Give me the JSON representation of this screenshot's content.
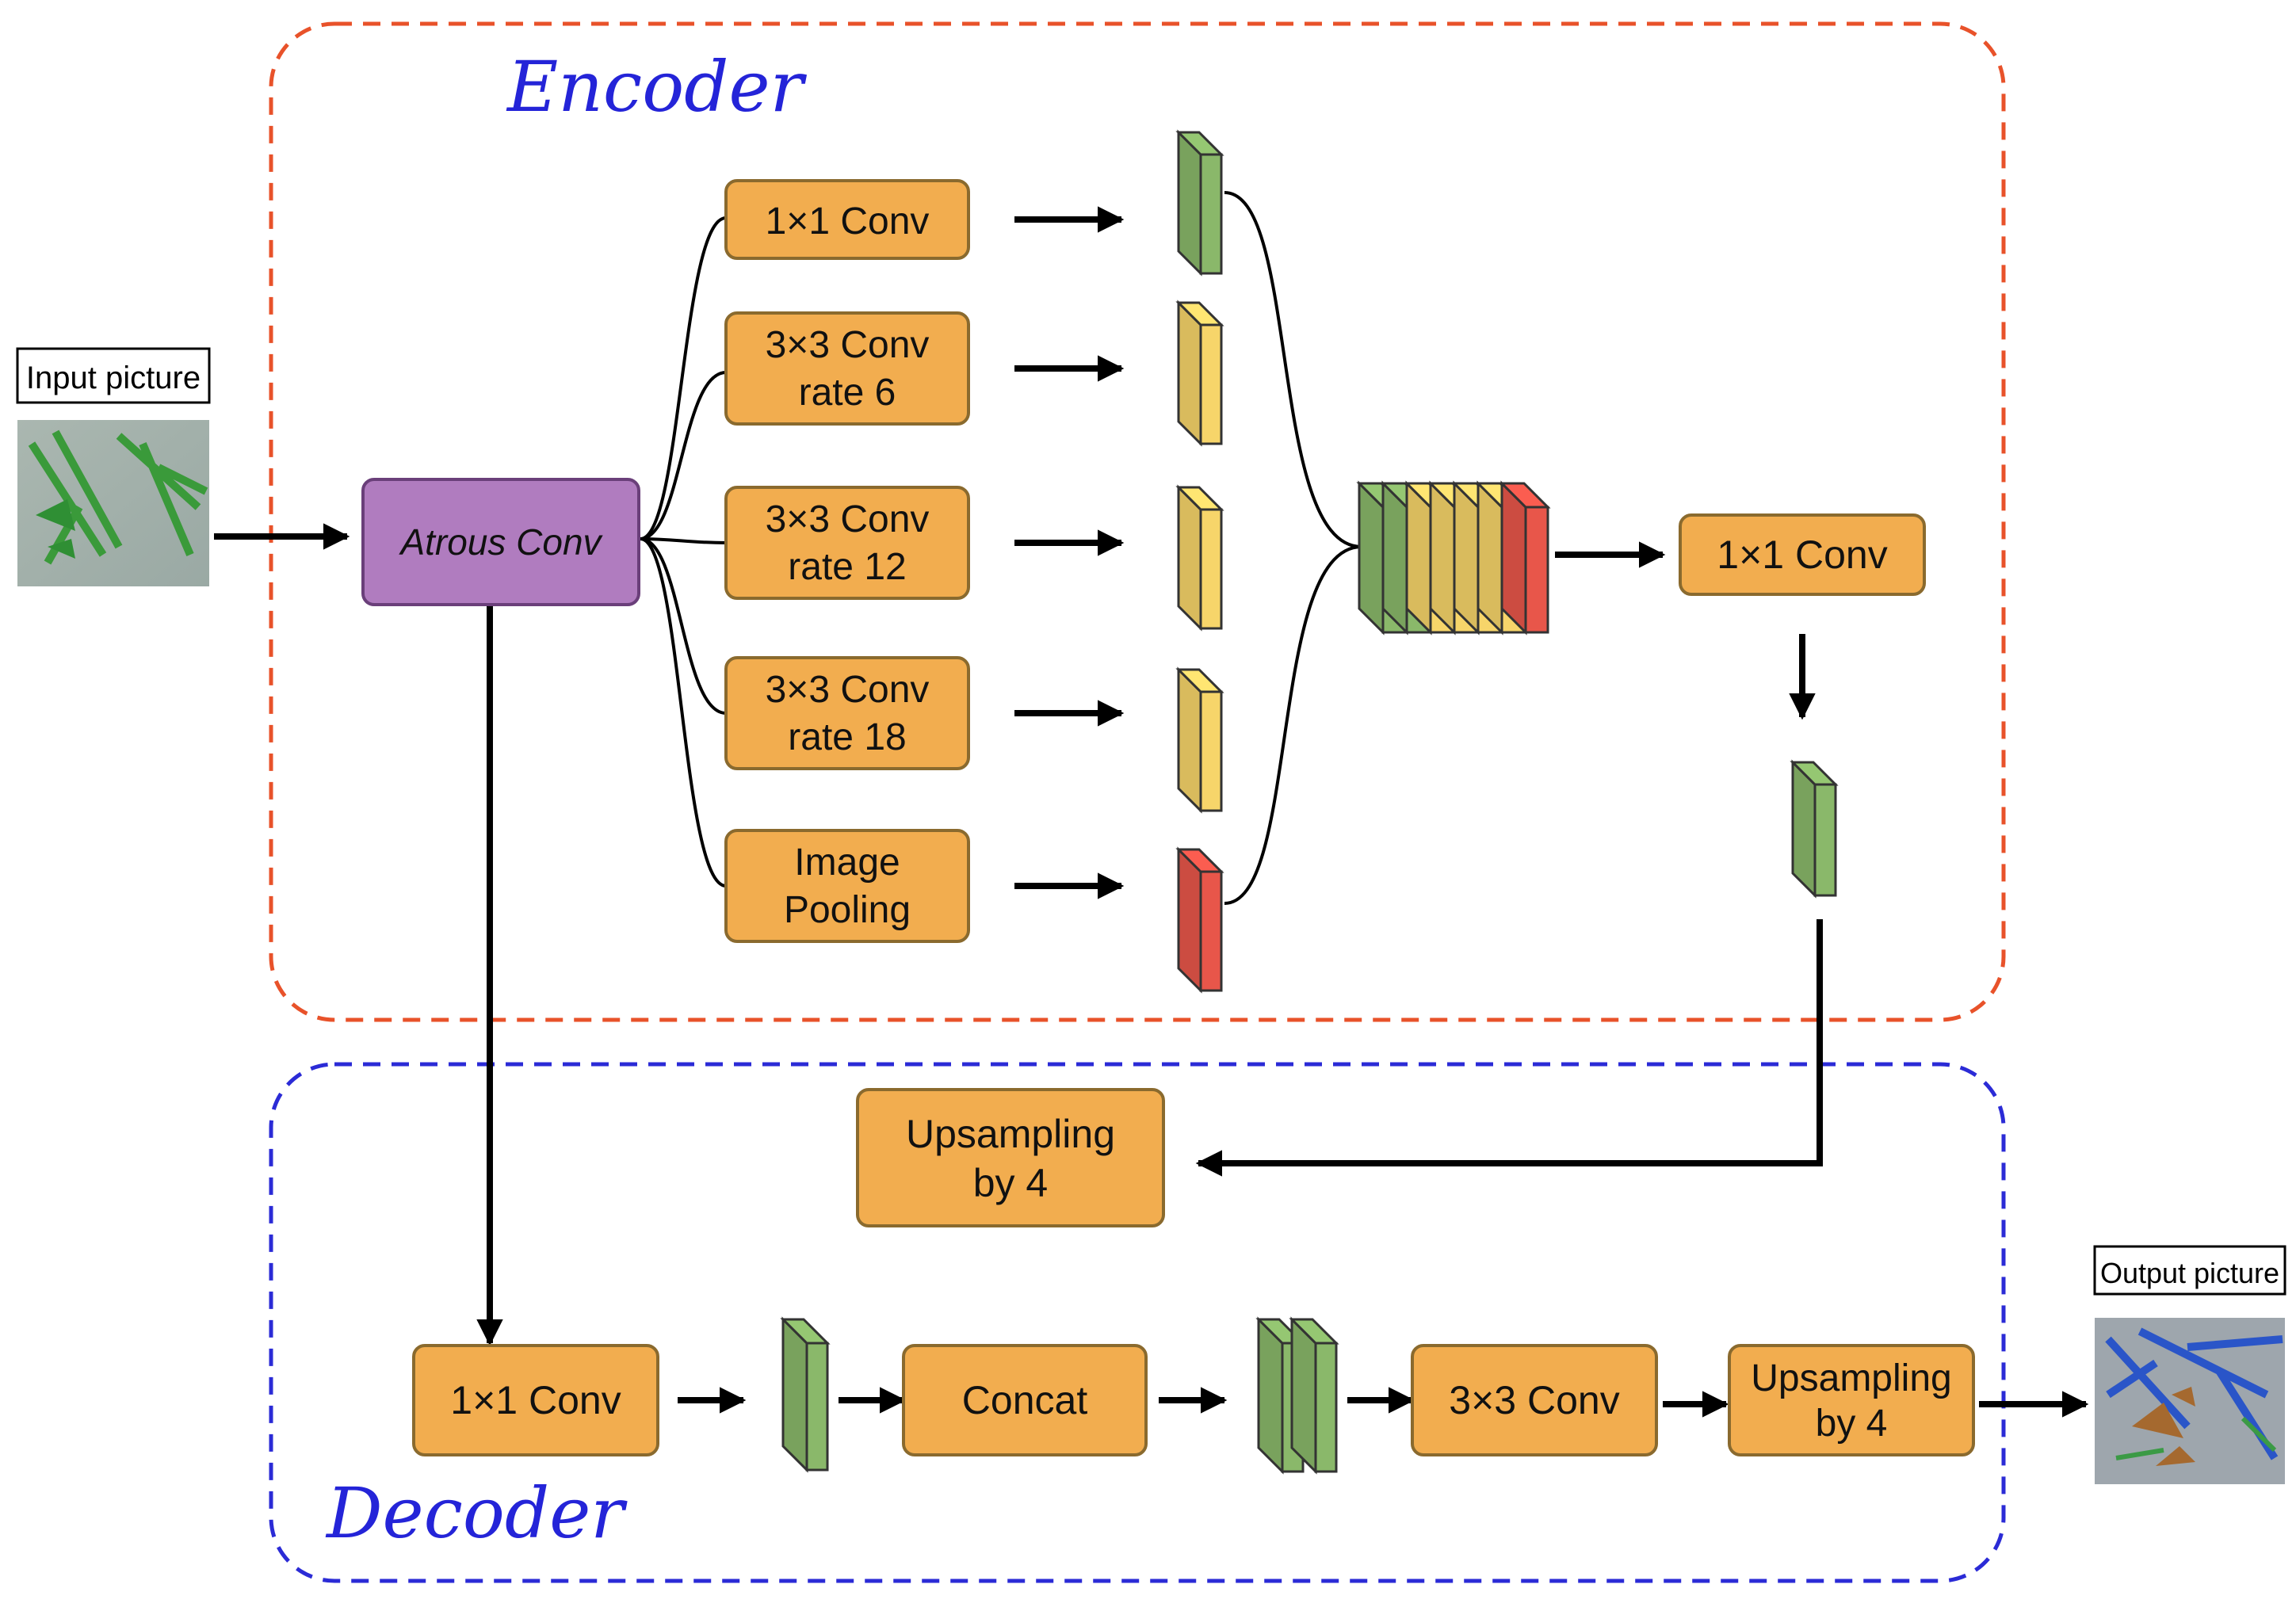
{
  "encoder": {
    "label": "Encoder",
    "color": "#e8522a",
    "branches": [
      {
        "label": [
          "1×1 Conv"
        ],
        "feature_color": "green"
      },
      {
        "label": [
          "3×3 Conv",
          "rate 6"
        ],
        "feature_color": "yellow"
      },
      {
        "label": [
          "3×3 Conv",
          "rate 12"
        ],
        "feature_color": "yellow"
      },
      {
        "label": [
          "3×3 Conv",
          "rate 18"
        ],
        "feature_color": "yellow"
      },
      {
        "label": [
          "Image",
          "Pooling"
        ],
        "feature_color": "red"
      }
    ],
    "atrous_label": "Atrous Conv",
    "post_concat_conv": "1×1 Conv"
  },
  "decoder": {
    "label": "Decoder",
    "color": "#2b2bd6",
    "upsample_top": [
      "Upsampling",
      "by 4"
    ],
    "low_level_conv": "1×1 Conv",
    "concat": "Concat",
    "conv3": "3×3 Conv",
    "upsample_final": [
      "Upsampling",
      "by 4"
    ]
  },
  "input_label": "Input picture",
  "output_label": "Output picture",
  "colors": {
    "box_orange": "#f2ad4f",
    "box_orange_stroke": "#8a6a2e",
    "atrous_purple": "#b07cbf",
    "feat_green": "#8ab86a",
    "feat_yellow": "#f7d56a",
    "feat_red": "#e8564a",
    "arrow": "#000000"
  }
}
